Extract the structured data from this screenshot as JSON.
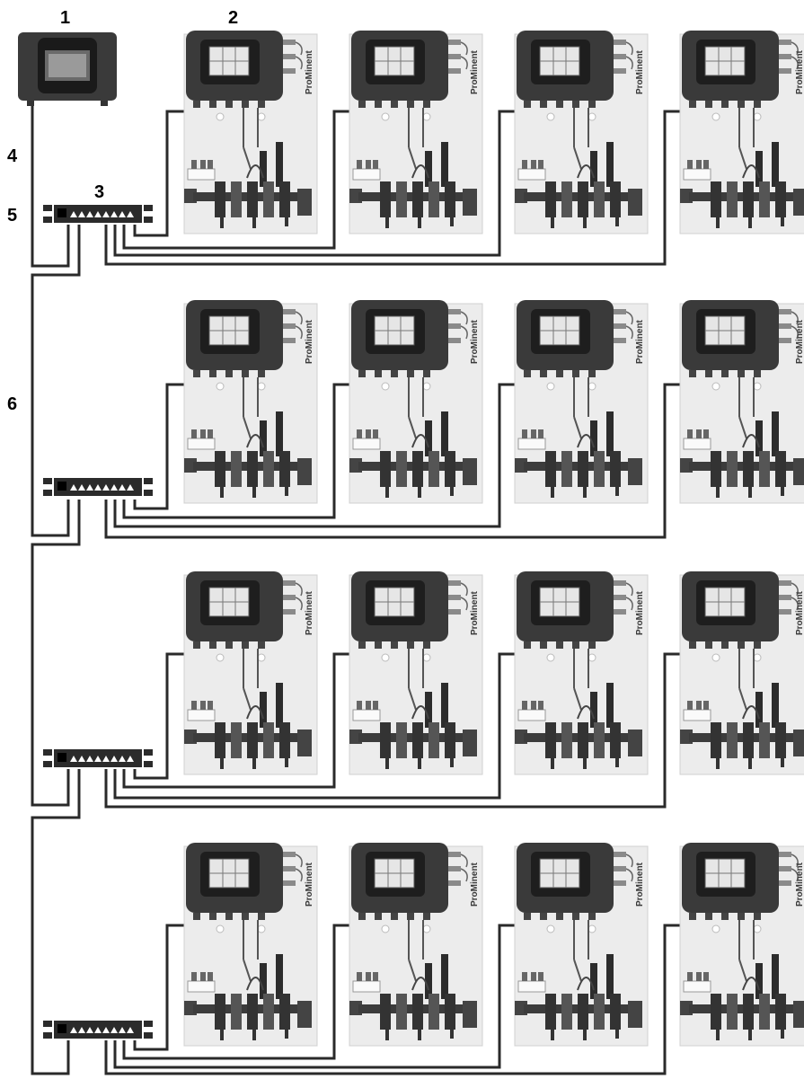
{
  "callouts": {
    "controller_label": "1",
    "station_label": "2",
    "switch_label": "3",
    "uplink_cable_label": "4",
    "switch_port_label": "5",
    "trunk_cable_label": "6"
  },
  "brand": "ProMinent",
  "rows": [
    {
      "row": 1,
      "stations": 4
    },
    {
      "row": 2,
      "stations": 4
    },
    {
      "row": 3,
      "stations": 4
    },
    {
      "row": 4,
      "stations": 4
    }
  ],
  "colors": {
    "housing": "#3a3a3a",
    "panel": "#ececec",
    "screen": "#e6e6e6",
    "cable": "#2a2a2a",
    "switch_body": "#2b2b2b"
  }
}
